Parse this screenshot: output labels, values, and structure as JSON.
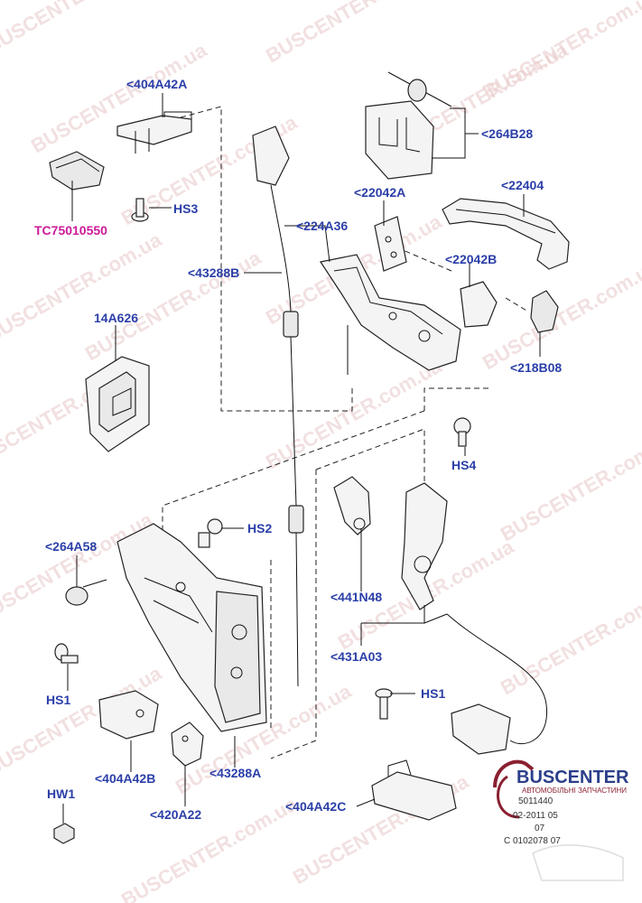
{
  "labels": {
    "l404A42A": "<404A42A",
    "l264B28": "<264B28",
    "lHS3": "HS3",
    "lTC": "TC75010550",
    "l22042A": "<22042A",
    "l22404": "<22404",
    "l224A36": "<224A36",
    "l43288B": "<43288B",
    "l22042B": "<22042B",
    "l14A626": "14A626",
    "l218B08": "<218B08",
    "lHS4": "HS4",
    "lHS2": "HS2",
    "l264A58": "<264A58",
    "l441N48": "<441N48",
    "l431A03": "<431A03",
    "lHS1a": "HS1",
    "lHS1b": "HS1",
    "l404A42B": "<404A42B",
    "l43288A": "<43288A",
    "lHW1": "HW1",
    "l420A22": "<420A22",
    "l404A42C": "<404A42C"
  },
  "watermark": {
    "text": "BUSCENTER.com.ua"
  },
  "logo": {
    "name": "BUSCENTER",
    "subtitle": "АВТОМОБІЛЬНІ ЗАПЧАСТИНИ",
    "code1": "5011440",
    "code2": "02-2011 05",
    "code3": "07",
    "code4": "C 0102078 07"
  },
  "colors": {
    "label": "#2b3fa8",
    "highlight_label": "#cc1a9a"
  }
}
